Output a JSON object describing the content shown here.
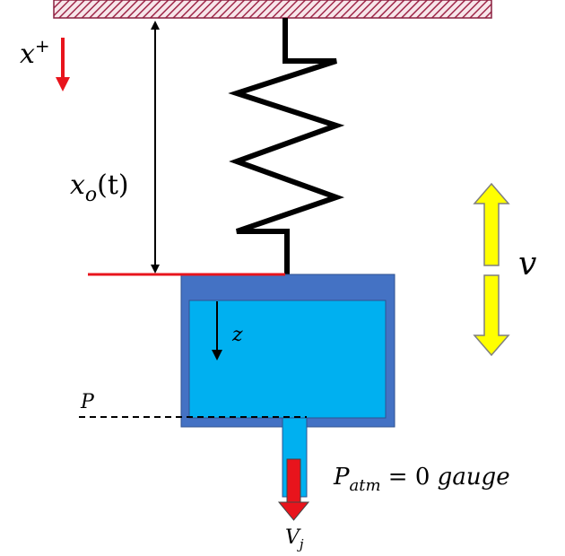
{
  "labels": {
    "x_axis": "x",
    "x_axis_sup": "+",
    "xo_main": "x",
    "xo_sub": "o",
    "xo_arg": "(t)",
    "z": "z",
    "v": "v",
    "p": "P",
    "patm_main": "P",
    "patm_sub": "atm",
    "patm_rest": " = 0 ",
    "patm_gauge": "gauge",
    "vj_main": "V",
    "vj_sub": "j"
  },
  "colors": {
    "ceiling_hatch": "#a0284a",
    "ceiling_bg": "#f7e6ea",
    "red": "#e8141c",
    "cylinder_outer": "#4472c4",
    "cylinder_inner": "#00b0f0",
    "yellow": "#ffff00",
    "yellow_outline": "#7f7f7f",
    "black": "#000000"
  }
}
